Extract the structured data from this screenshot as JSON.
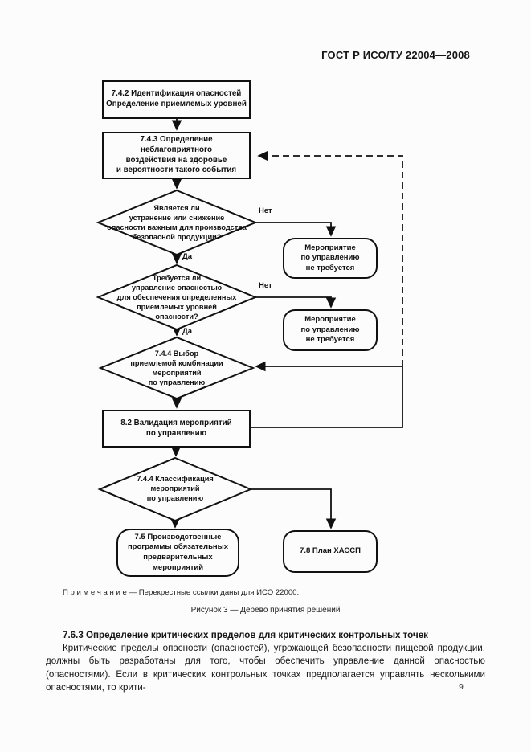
{
  "header": {
    "title": "ГОСТ Р ИСО/ТУ 22004—2008"
  },
  "flowchart": {
    "nodes": {
      "identify": "7.4.2 Идентификация опасностей\nОпределение приемлемых уровней",
      "assess": "7.4.3 Определение неблагоприятного\nвоздействия на здоровье\nи вероятности такого события",
      "q_elimination": "Является ли\nустранение или снижение\nопасности важным для производства\nбезопасной продукции?",
      "no_action_1": "Мероприятие\nпо управлению\nне требуется",
      "q_control_needed": "Требуется ли\nуправление опасностью\nдля обеспечения определенных\nприемлемых уровней\nопасности?",
      "no_action_2": "Мероприятие\nпо управлению\nне требуется",
      "select_combination": "7.4.4 Выбор\nприемлемой комбинации\nмероприятий\nпо управлению",
      "validate": "8.2 Валидация мероприятий\nпо управлению",
      "classify": "7.4.4 Классификация\nмероприятий\nпо управлению",
      "prp_programs": "7.5 Производственные\nпрограммы обязательных\nпредварительных\nмероприятий",
      "haccp_plan": "7.8 План ХАССП"
    },
    "labels": {
      "yes1": "Да",
      "no1": "Нет",
      "yes2": "Да",
      "no2": "Нет"
    }
  },
  "note": {
    "text": "П р и м е ч а н и е — Перекрестные ссылки даны для ИСО 22000."
  },
  "caption": {
    "text": "Рисунок 3 — Дерево принятия решений"
  },
  "section": {
    "heading": "7.6.3 Определение критических пределов для критических контрольных точек",
    "paragraph": "Критические пределы опасности (опасностей), угрожающей безопасности пищевой продукции, должны быть разработаны для того, чтобы обеспечить управление данной опасностью (опасностями). Если в критических контрольных точках предполагается управлять несколькими опасностями, то крити-"
  },
  "footer": {
    "page_number": "9"
  },
  "colors": {
    "ink": "#111111",
    "page": "#fcfcfc"
  }
}
